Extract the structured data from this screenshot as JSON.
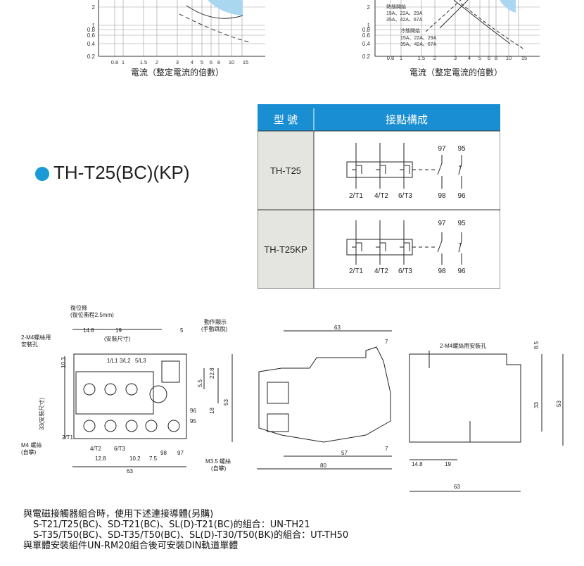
{
  "graphs": {
    "left": {
      "y_ticks": [
        "2",
        "1",
        "0.8",
        "0.6",
        "0.4",
        "0.2"
      ],
      "x_ticks": [
        "0.8",
        "1",
        "1.5",
        "2",
        "3",
        "4",
        "5",
        "6",
        "8",
        "10",
        "15"
      ],
      "xlabel": "電流（整定電流的倍數）"
    },
    "right": {
      "y_ticks": [
        "2",
        "1",
        "0.8",
        "0.6",
        "0.4",
        "0.2"
      ],
      "x_ticks": [
        "0.8",
        "1",
        "1.5",
        "2",
        "3",
        "4",
        "5",
        "6",
        "8",
        "10",
        "15"
      ],
      "xlabel": "電流（整定電流的倍數）",
      "annotations": [
        "熱態開始",
        "15A、22A、29A",
        "35A、42A、67A",
        "冷態開始",
        "15A、22A、29A",
        "35A、42A、67A"
      ]
    }
  },
  "model": {
    "name": "TH-T25(BC)(KP)",
    "accent": "#1a9ad6"
  },
  "table": {
    "header_bg": "#1a8ed2",
    "col1": "型 號",
    "col2": "接點構成",
    "rows": [
      {
        "model": "TH-T25",
        "terminals": [
          "2/T1",
          "4/T2",
          "6/T3"
        ],
        "aux_top": [
          "97",
          "95"
        ],
        "aux_bottom": [
          "98",
          "96"
        ]
      },
      {
        "model": "TH-T25KP",
        "terminals": [
          "2/T1",
          "4/T2",
          "6/T3"
        ],
        "aux_top": [
          "97",
          "95"
        ],
        "aux_bottom": [
          "98",
          "96"
        ]
      }
    ]
  },
  "dims": {
    "reset": "復位條",
    "reset_stroke": "(復位衝程2.5mm)",
    "indicator": "動作顯示",
    "indicator2": "(手動跳脫)",
    "screw_hole": "2-M4螺絲用",
    "screw_hole2": "安裝孔",
    "screw_hole_right": "2-M4螺絲用安裝孔",
    "m4": "M4 螺絲",
    "m4b": "(自攀)",
    "m35": "M3.5 螺絲",
    "m35b": "(自攀)",
    "mount_dim": "(安裝尺寸)",
    "mount_dim_v": "33(安裝尺寸)",
    "labels_front": [
      "14.8",
      "19",
      "5",
      "10.3",
      "1/L1",
      "3/L2",
      "5/L3",
      "22.8",
      "5.5",
      "18",
      "53",
      "96",
      "95",
      "2/T1",
      "4/T2",
      "6/T3",
      "98",
      "97",
      "12.8",
      "10.2",
      "7.5",
      "63"
    ],
    "labels_side": [
      "63",
      "7",
      "57",
      "7",
      "80"
    ],
    "labels_back": [
      "8.5",
      "33",
      "53",
      "14.8",
      "19",
      "63"
    ]
  },
  "notes": {
    "line1": "與電磁接觸器組合時，使用下述連接導體(另購)",
    "line2": "S-T21/T25(BC)、SD-T21(BC)、SL(D)-T21(BC)的組合：UN-TH21",
    "line3": "S-T35/T50(BC)、SD-T35/T50(BC)、SL(D)-T30/T50(BK)的組合：UT-TH50",
    "line4": "與單體安裝組件UN-RM20組合後可安裝DIN軌道單體"
  }
}
